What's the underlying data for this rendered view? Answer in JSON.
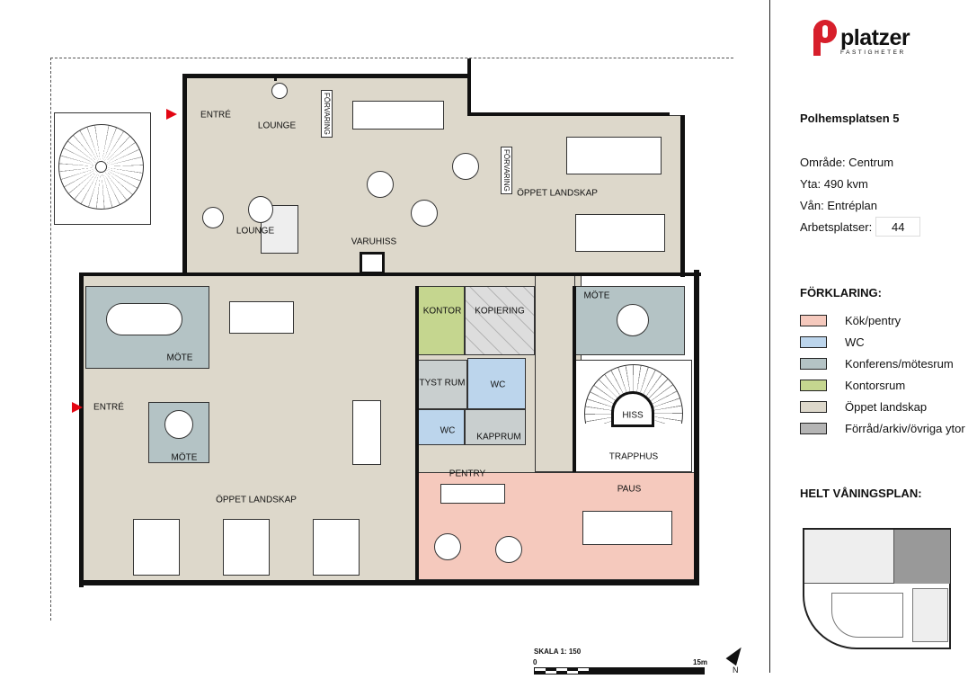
{
  "brand": {
    "name": "platzer",
    "subtitle": "FASTIGHETER",
    "color": "#d71f2b"
  },
  "property": {
    "title": "Polhemsplatsen 5",
    "area": "Område: Centrum",
    "size": "Yta: 490 kvm",
    "floor": "Vån: Entréplan",
    "workstations_label": "Arbetsplatser:",
    "workstations_value": "44"
  },
  "legend": {
    "title": "FÖRKLARING:",
    "items": [
      {
        "label": "Kök/pentry",
        "color": "#f5c9bd"
      },
      {
        "label": "WC",
        "color": "#bcd5ec"
      },
      {
        "label": "Konferens/mötesrum",
        "color": "#b4c3c5"
      },
      {
        "label": "Kontorsrum",
        "color": "#c5d68f"
      },
      {
        "label": "Öppet landskap",
        "color": "#ddd8cb"
      },
      {
        "label": "Förråd/arkiv/övriga ytor",
        "color": "#b5b5b5"
      }
    ]
  },
  "keyplan_title": "HELT VÅNINGSPLAN:",
  "scale": {
    "label": "SKALA 1: 150",
    "start": "0",
    "end": "15m",
    "north": "N"
  },
  "rooms": {
    "entre_top": "ENTRÉ",
    "lounge1": "LOUNGE",
    "forvaring1": "FÖRVARING",
    "lounge2": "LOUNGE",
    "varuhiss": "VARUHISS",
    "forvaring2": "FÖRVARING",
    "open_top": "ÖPPET LANDSKAP",
    "kontor": "KONTOR",
    "kopiering": "KOPIERING",
    "mote_right": "MÖTE",
    "mote_left": "MÖTE",
    "entre_left": "ENTRÉ",
    "mote_small": "MÖTE",
    "tyst_rum": "TYST RUM",
    "wc1": "WC",
    "hiss": "HISS",
    "wc2": "WC",
    "kapprum": "KAPPRUM",
    "trapphus": "TRAPPHUS",
    "pentry": "PENTRY",
    "paus": "PAUS",
    "open_bottom": "ÖPPET LANDSKAP"
  }
}
